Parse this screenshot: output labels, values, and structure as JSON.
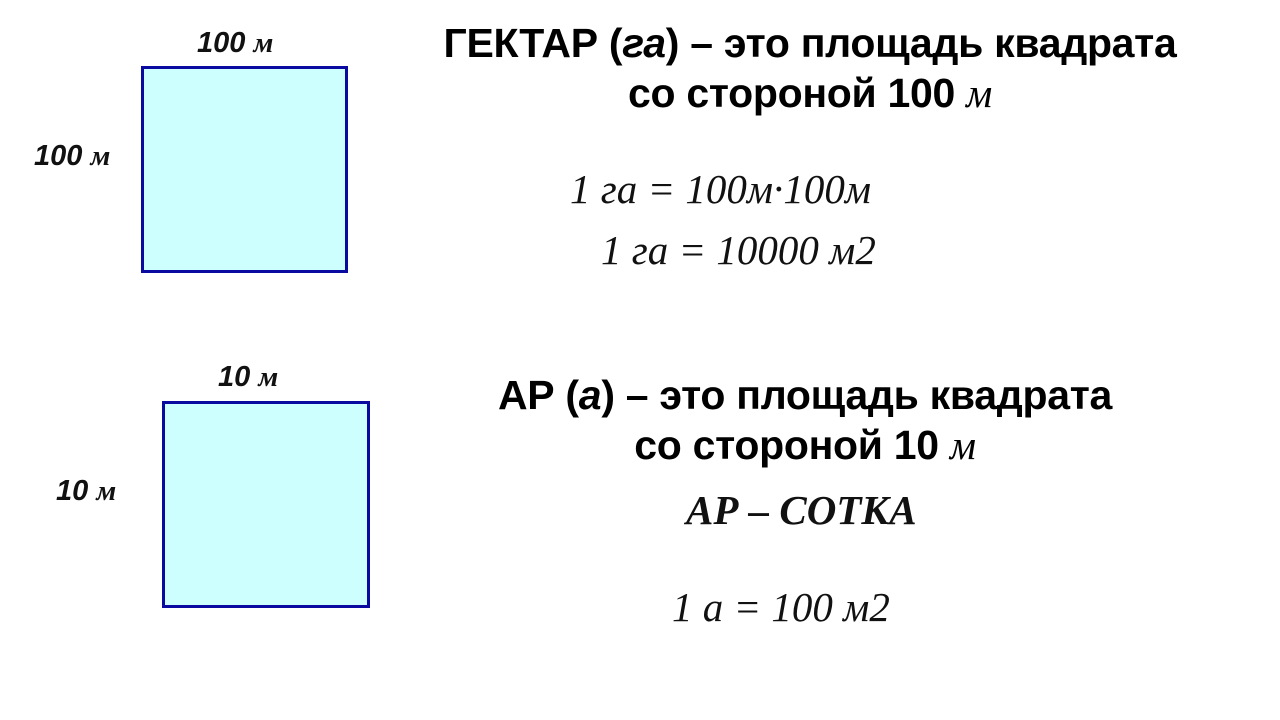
{
  "hectare": {
    "square": {
      "top_label": {
        "number": "100",
        "unit": "м"
      },
      "left_label": {
        "number": "100",
        "unit": "м"
      },
      "fill_color": "#ccfffe",
      "border_color": "#0a0aa0"
    },
    "heading": {
      "line1_pre": "ГЕКТАР (",
      "line1_abbr": "га",
      "line1_post": ") – это площадь квадрата",
      "line2_pre": "со стороной 100 ",
      "line2_unit": "м"
    },
    "formulas": [
      "1 га = 100м·100м",
      "1 га = 10000 м2"
    ]
  },
  "are": {
    "square": {
      "top_label": {
        "number": "10",
        "unit": "м"
      },
      "left_label": {
        "number": "10",
        "unit": "м"
      },
      "fill_color": "#ccfffe",
      "border_color": "#0a0aa0"
    },
    "heading": {
      "line1_pre": "АР (",
      "line1_abbr": "а",
      "line1_post": ") – это площадь квадрата",
      "line2_pre": "со стороной 10 ",
      "line2_unit": "м"
    },
    "synonym": "АР – СОТКА",
    "formulas": [
      "1 а = 100 м2"
    ]
  }
}
